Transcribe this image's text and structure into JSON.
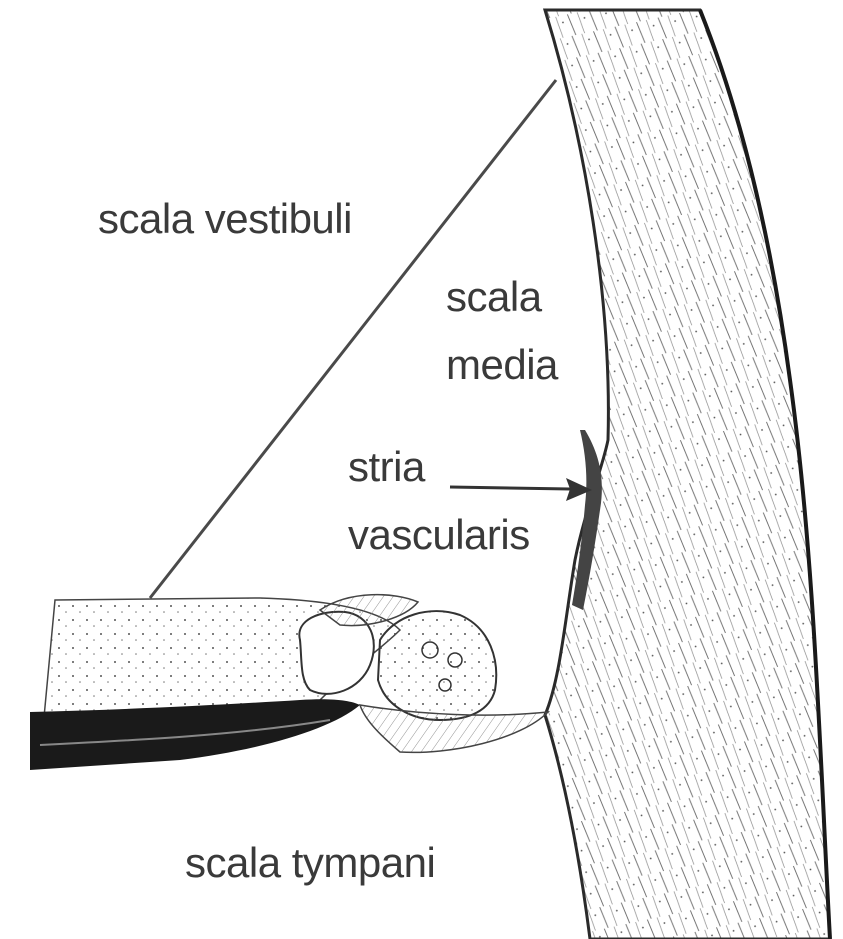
{
  "labels": {
    "scala_vestibuli": "scala vestibuli",
    "scala_media_1": "scala",
    "scala_media_2": "media",
    "stria_1": "stria",
    "stria_2": "vascularis",
    "scala_tympani": "scala tympani"
  }
}
